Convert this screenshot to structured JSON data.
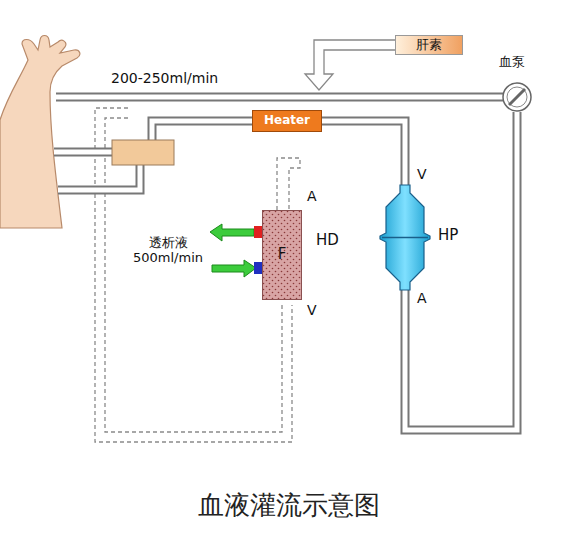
{
  "diagram": {
    "caption": "血液灌流示意图",
    "nodes": [
      {
        "text": [
          "肝素"
        ]
      },
      {
        "text": [
          "血泵"
        ]
      },
      {
        "text": [
          "Heater"
        ]
      },
      {
        "text": [
          "F",
          "HD"
        ]
      },
      {
        "text": [
          "HP"
        ]
      }
    ],
    "edges": [
      {
        "from": 1,
        "to": 4,
        "arrow": "none"
      },
      {
        "from": 4,
        "to": 2,
        "arrow": "none"
      }
    ],
    "labels": [
      "200-250ml/min",
      "A",
      "V",
      "V",
      "A",
      "透析液 500ml/min"
    ]
  }
}
